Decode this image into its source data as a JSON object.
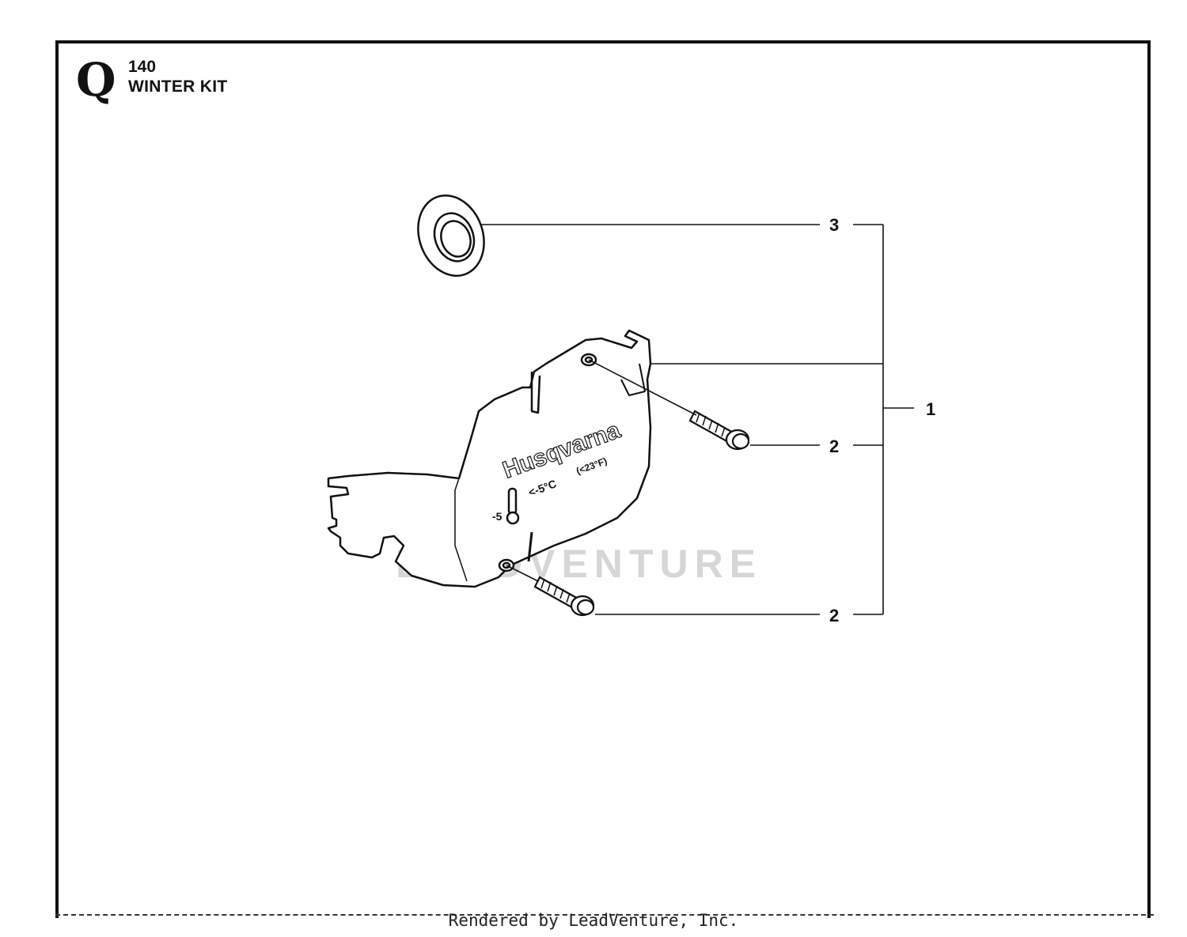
{
  "section": {
    "letter": "Q",
    "number": "140",
    "title": "WINTER KIT"
  },
  "callouts": [
    {
      "id": "callout-3",
      "label": "3"
    },
    {
      "id": "callout-1",
      "label": "1"
    },
    {
      "id": "callout-2a",
      "label": "2"
    },
    {
      "id": "callout-2b",
      "label": "2"
    }
  ],
  "cover_text": {
    "brand": "Husqvarna",
    "temp_c": "<-5°C",
    "temp_f": "(<23°F)",
    "temp_minus": "-5"
  },
  "watermark": "LEADVENTURE",
  "footer": "Rendered by LeadVenture, Inc."
}
